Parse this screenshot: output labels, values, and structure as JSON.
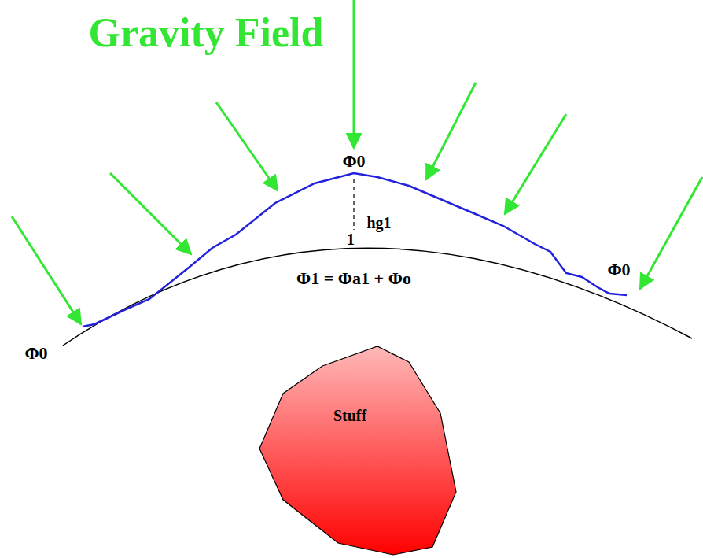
{
  "diagram": {
    "title": "Gravity Field",
    "nodes": [
      {
        "text": [
          "Stuff"
        ]
      }
    ],
    "labels": [
      "Φ0",
      "hg1",
      "1",
      "Φ1 = Φa1 + Φo",
      "Φ0",
      "Φ0"
    ]
  }
}
